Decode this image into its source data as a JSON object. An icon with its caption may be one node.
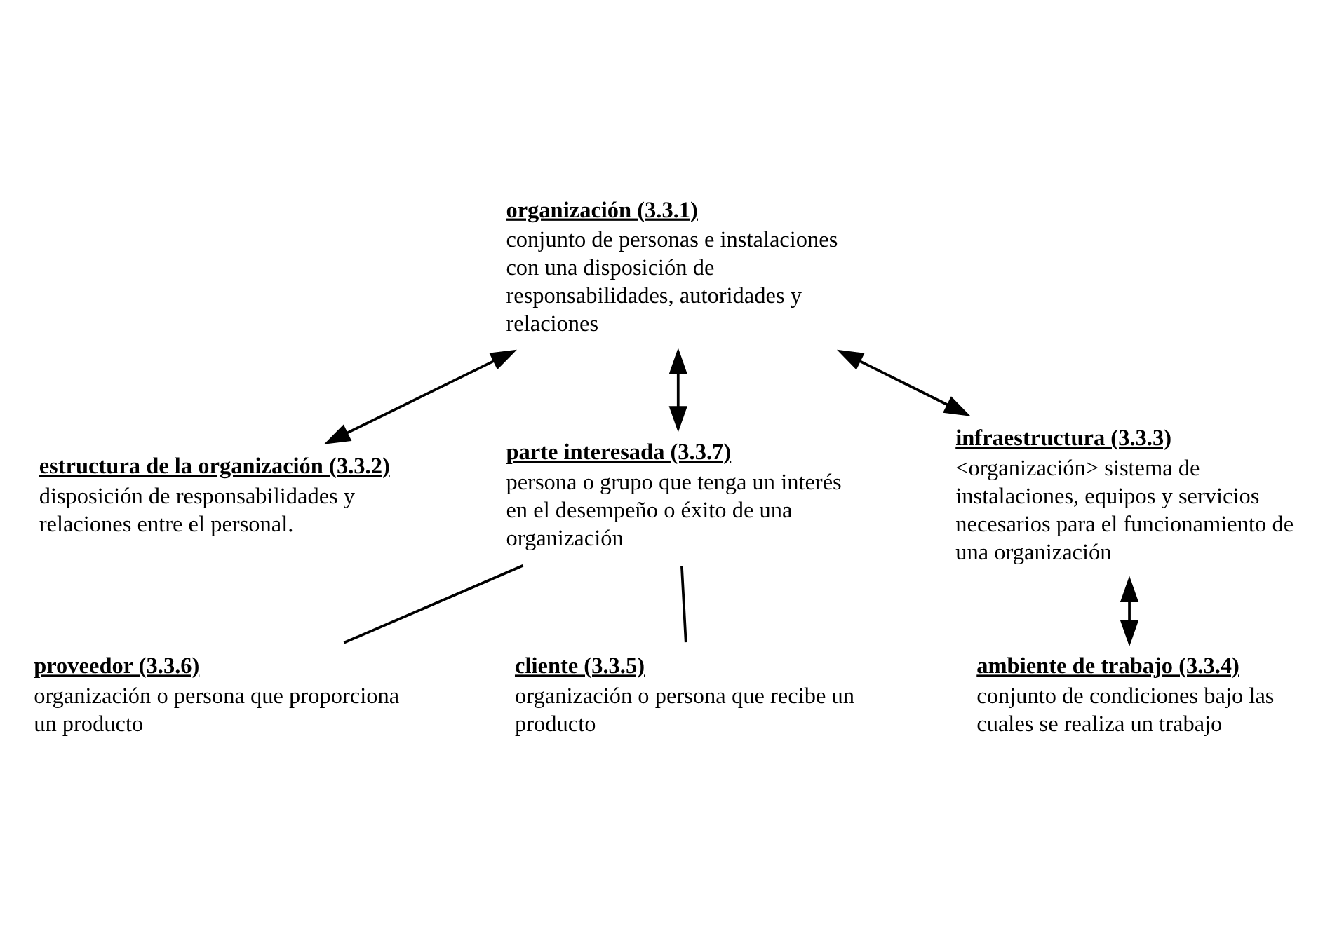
{
  "diagram": {
    "nodes": [
      {
        "text": [
          "organización (3.3.1)",
          "conjunto de personas e instalaciones con una disposición de responsabilidades, autoridades y relaciones"
        ]
      },
      {
        "text": [
          "estructura de la organización (3.3.2)",
          "disposición de responsabilidades y relaciones entre el personal."
        ]
      },
      {
        "text": [
          "parte interesada (3.3.7)",
          "persona o grupo que tenga un interés en el desempeño o éxito de una organización"
        ]
      },
      {
        "text": [
          "infraestructura (3.3.3)",
          "<organización> sistema de instalaciones, equipos y servicios necesarios para el funcionamiento de una organización"
        ]
      },
      {
        "text": [
          "proveedor (3.3.6)",
          "organización o persona que proporciona un producto"
        ]
      },
      {
        "text": [
          "cliente (3.3.5)",
          "organización o persona que recibe un producto"
        ]
      },
      {
        "text": [
          "ambiente de trabajo (3.3.4)",
          "conjunto de condiciones bajo las cuales se realiza un trabajo"
        ]
      }
    ],
    "edges": [
      {
        "from": 0,
        "to": 1,
        "arrow": "both"
      },
      {
        "from": 0,
        "to": 2,
        "arrow": "both"
      },
      {
        "from": 0,
        "to": 3,
        "arrow": "both"
      },
      {
        "from": 3,
        "to": 6,
        "arrow": "both"
      },
      {
        "from": 2,
        "to": 4,
        "arrow": "none"
      },
      {
        "from": 2,
        "to": 5,
        "arrow": "none"
      }
    ]
  }
}
